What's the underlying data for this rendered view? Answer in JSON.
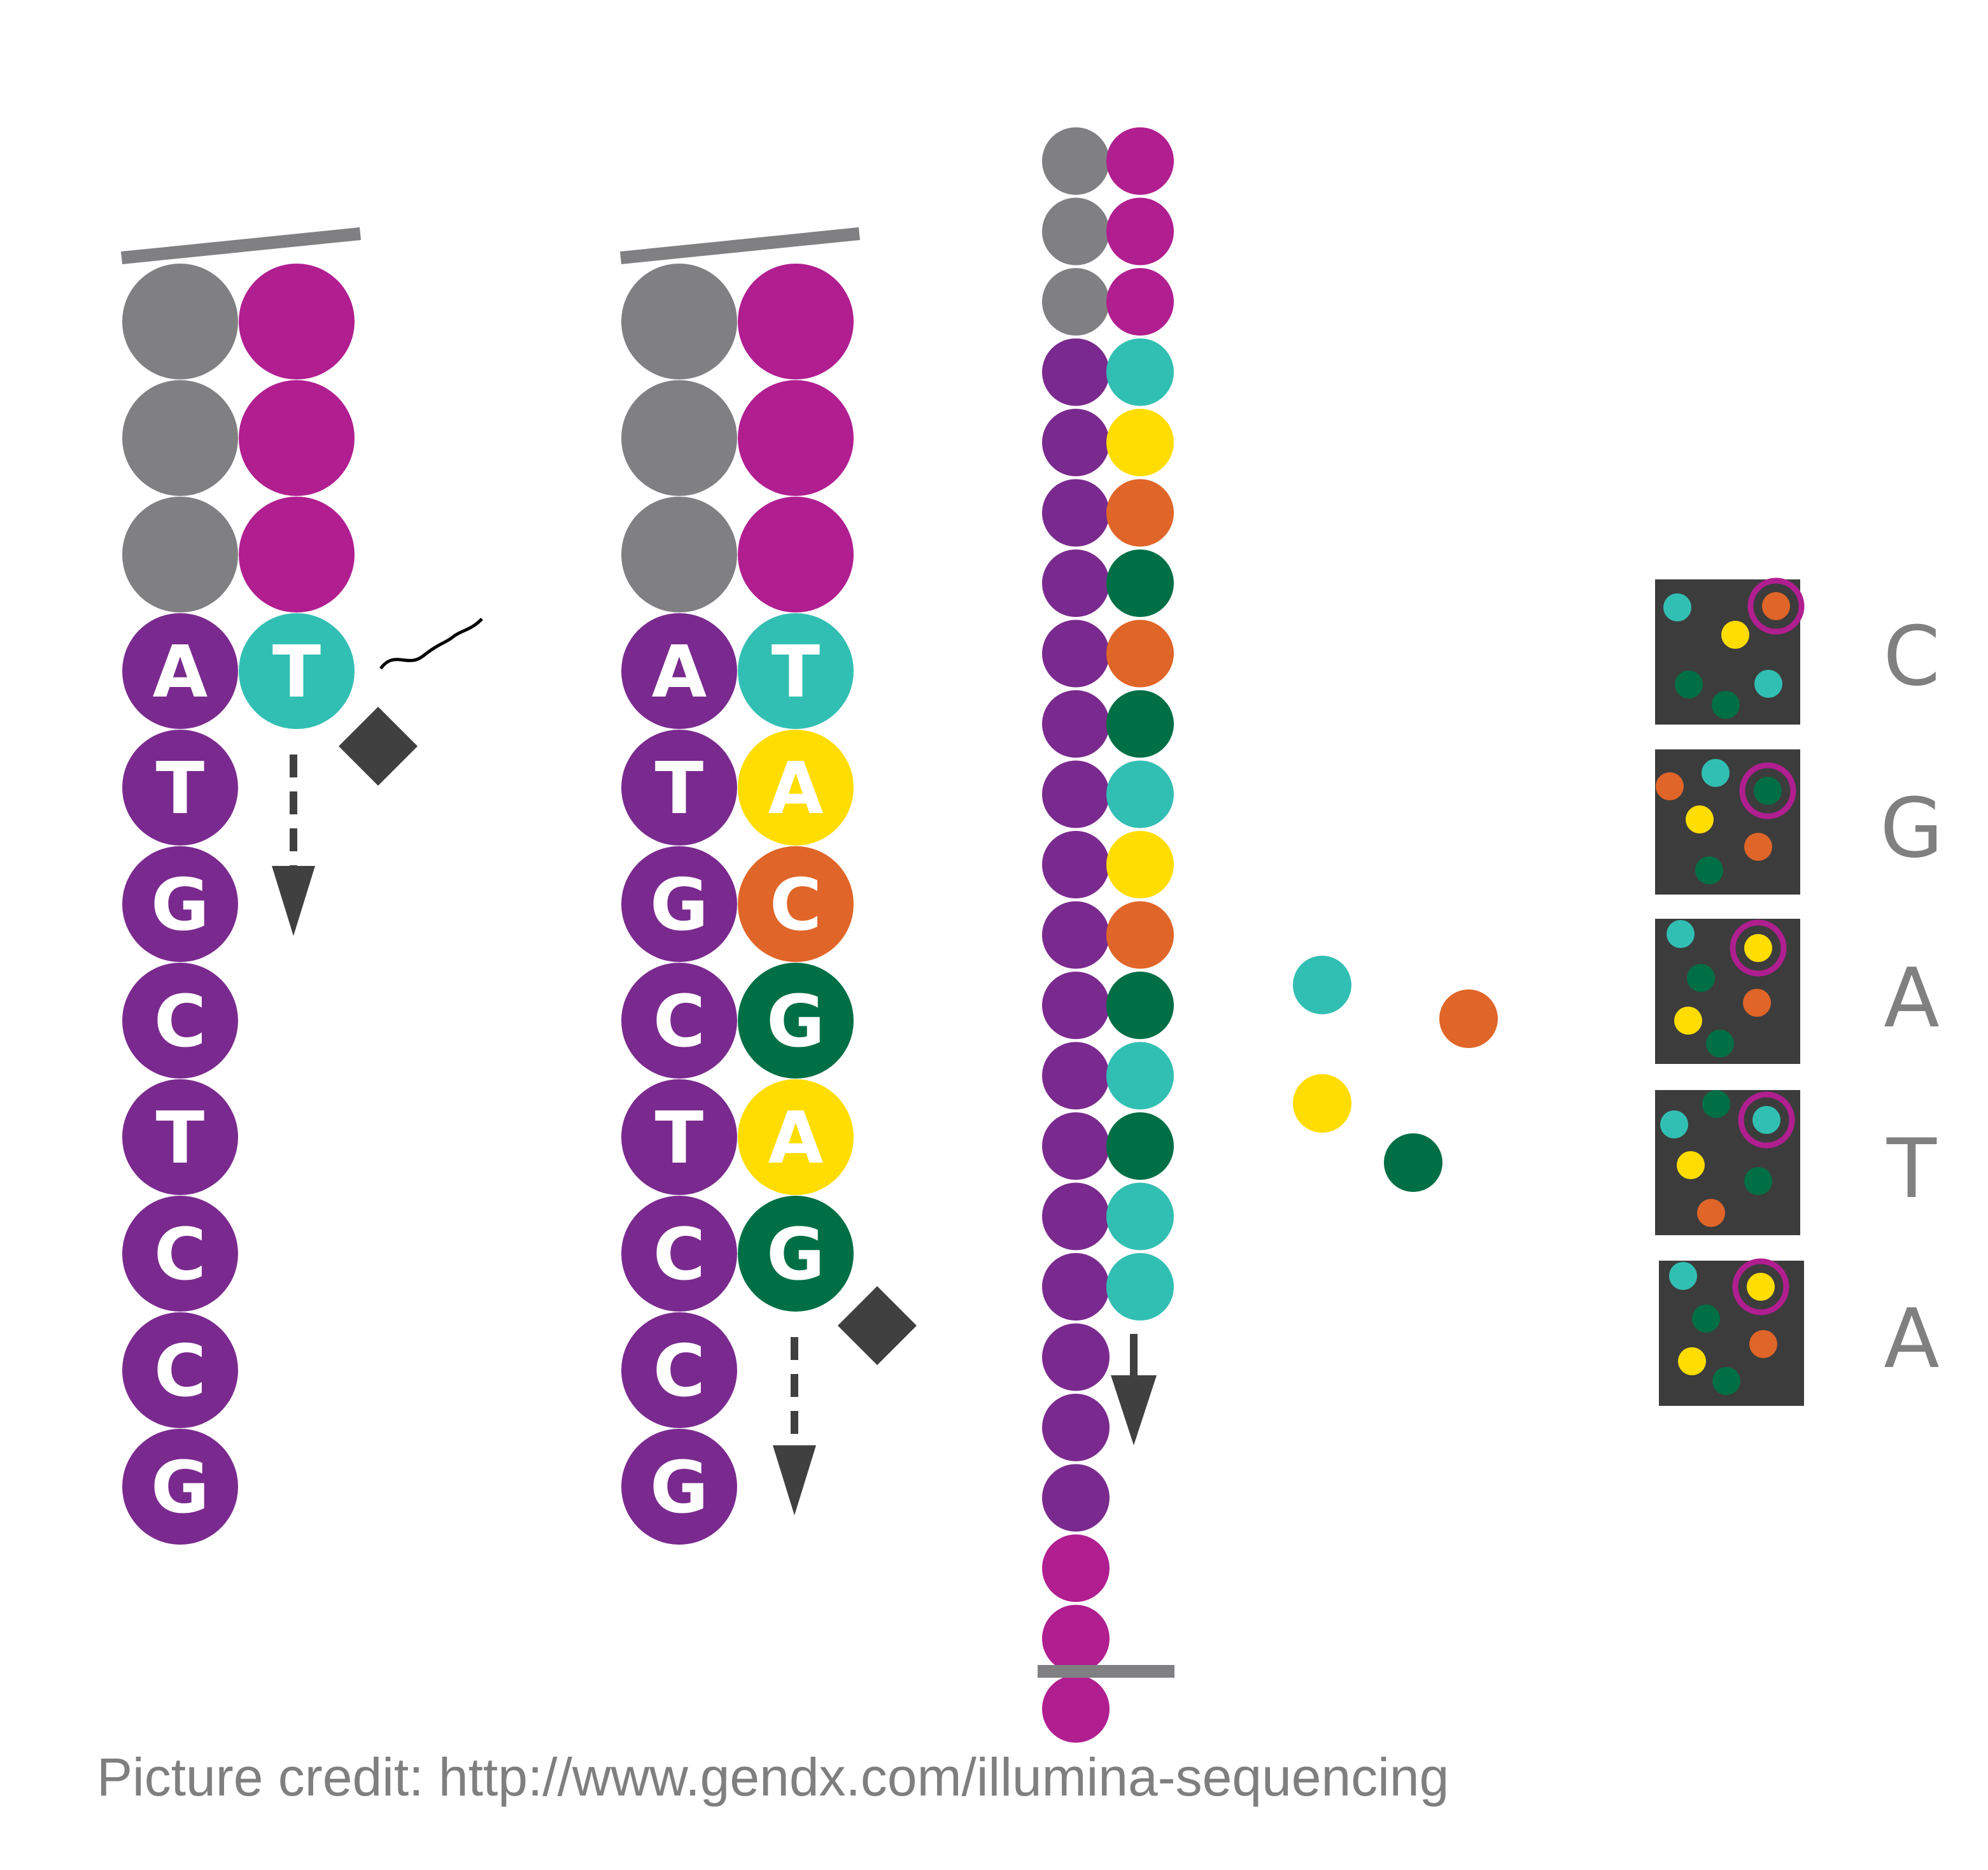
{
  "colors": {
    "gray": "#808083",
    "magenta": "#b01e90",
    "purple": "#7a2a8e",
    "teal": "#32bfb3",
    "yellow": "#ffdd00",
    "orange": "#e06528",
    "green": "#006f45",
    "dark": "#404040",
    "panel": "#3c3c3c",
    "bar": "#808083"
  },
  "strand1": {
    "adapter": [
      "gray",
      "gray",
      "gray"
    ],
    "adapter_partner": [
      "magenta",
      "magenta",
      "magenta"
    ],
    "template": [
      "A",
      "T",
      "G",
      "C",
      "T",
      "C",
      "C",
      "G"
    ],
    "synthesized": [
      {
        "letter": "T",
        "color": "teal"
      }
    ]
  },
  "strand2": {
    "adapter": [
      "gray",
      "gray",
      "gray"
    ],
    "adapter_partner": [
      "magenta",
      "magenta",
      "magenta"
    ],
    "template": [
      "A",
      "T",
      "G",
      "C",
      "T",
      "C",
      "C",
      "G"
    ],
    "synthesized": [
      {
        "letter": "T",
        "color": "teal"
      },
      {
        "letter": "A",
        "color": "yellow"
      },
      {
        "letter": "C",
        "color": "orange"
      },
      {
        "letter": "G",
        "color": "green"
      },
      {
        "letter": "A",
        "color": "yellow"
      },
      {
        "letter": "G",
        "color": "green"
      }
    ]
  },
  "strand3": {
    "left": [
      "gray",
      "gray",
      "gray",
      "purple",
      "purple",
      "purple",
      "purple",
      "purple",
      "purple",
      "purple",
      "purple",
      "purple",
      "purple",
      "purple",
      "purple",
      "purple",
      "purple",
      "purple",
      "purple",
      "purple",
      "magenta",
      "magenta",
      "magenta"
    ],
    "right": [
      "magenta",
      "magenta",
      "magenta",
      "teal",
      "yellow",
      "orange",
      "green",
      "orange",
      "green",
      "teal",
      "yellow",
      "orange",
      "green",
      "teal",
      "green",
      "teal",
      "teal"
    ]
  },
  "free_nucleotides": [
    "teal",
    "orange",
    "yellow",
    "green"
  ],
  "reads": [
    "C",
    "G",
    "A",
    "T",
    "A"
  ],
  "credit": "Picture credit: http://www.gendx.com/illumina-sequencing"
}
